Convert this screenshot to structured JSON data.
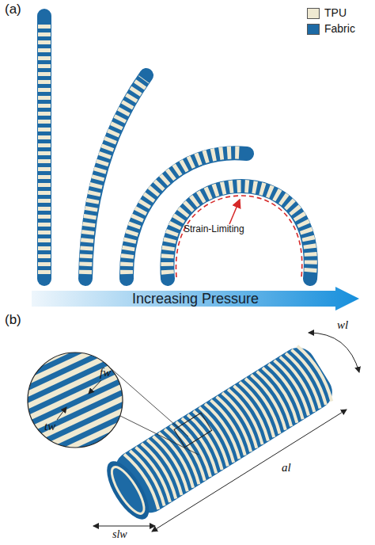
{
  "diagram": {
    "nodes": [
      {
        "text": [
          "Increasing Pressure"
        ]
      }
    ],
    "labels": [
      "(a)",
      "Strain-Limiting",
      "(b)",
      "fw",
      "tw",
      "wl",
      "al",
      "slw"
    ],
    "legend": [
      {
        "text": "TPU",
        "color": "#efe9d2"
      },
      {
        "text": "Fabric",
        "color": "#1d6aa5"
      }
    ]
  }
}
